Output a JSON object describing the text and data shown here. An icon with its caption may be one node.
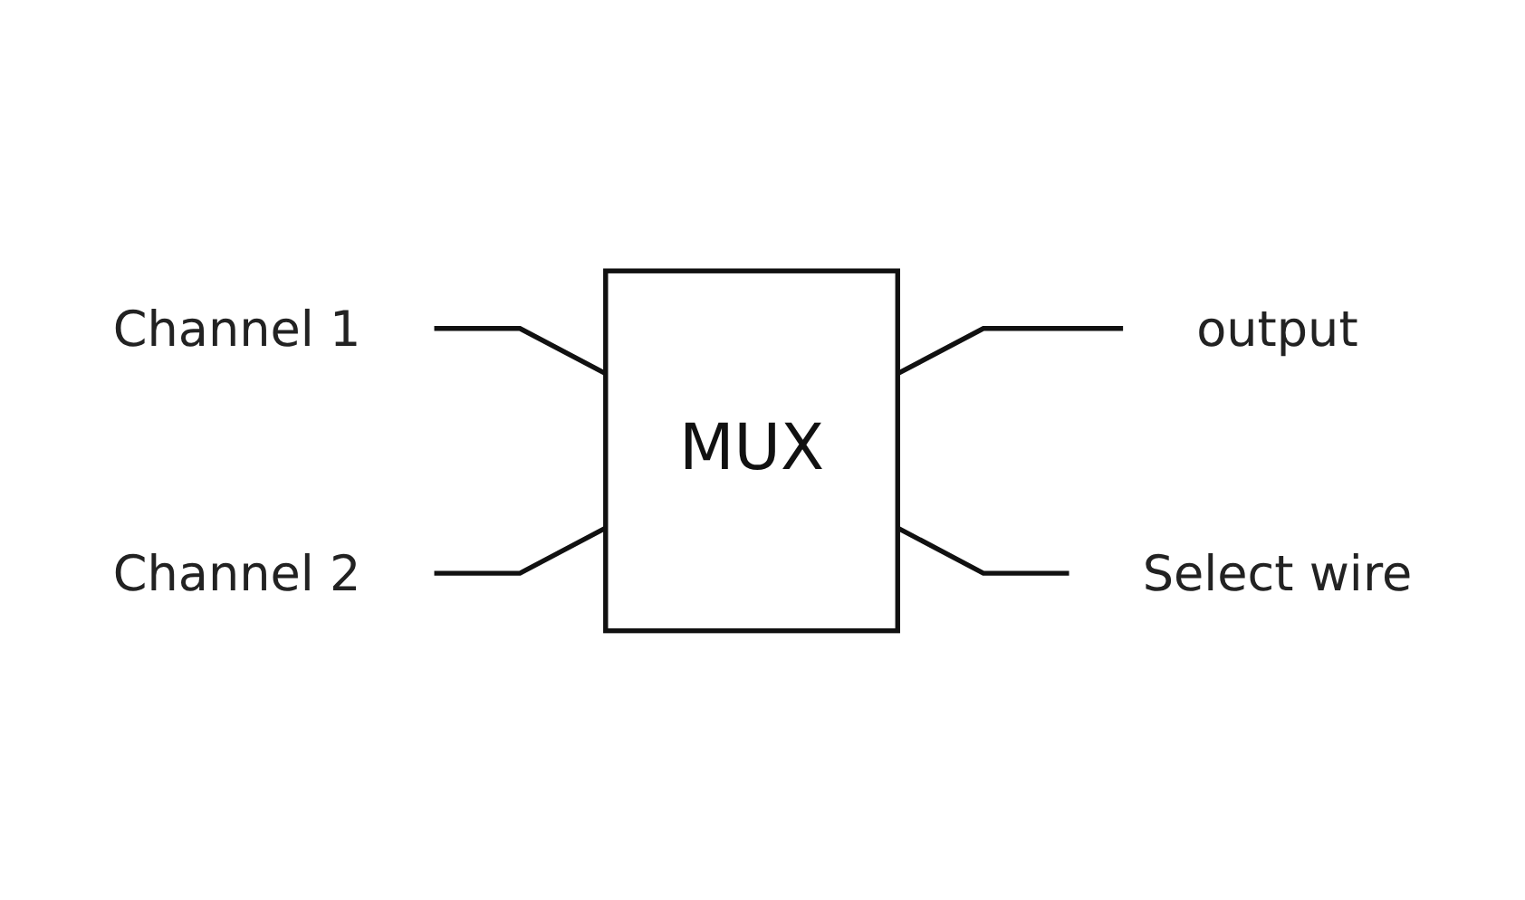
{
  "diagram": {
    "nodes": [
      {
        "text": [
          "Channel 1"
        ]
      },
      {
        "text": [
          "Channel 2"
        ]
      },
      {
        "text": [
          "MUX"
        ]
      },
      {
        "text": [
          "output"
        ]
      },
      {
        "text": [
          "Select wire"
        ]
      }
    ],
    "edges": [
      {
        "from": 0,
        "to": 2,
        "arrow": "none"
      },
      {
        "from": 1,
        "to": 2,
        "arrow": "none"
      },
      {
        "from": 2,
        "to": 3,
        "arrow": "none"
      },
      {
        "from": 2,
        "to": 4,
        "arrow": "none"
      }
    ]
  }
}
